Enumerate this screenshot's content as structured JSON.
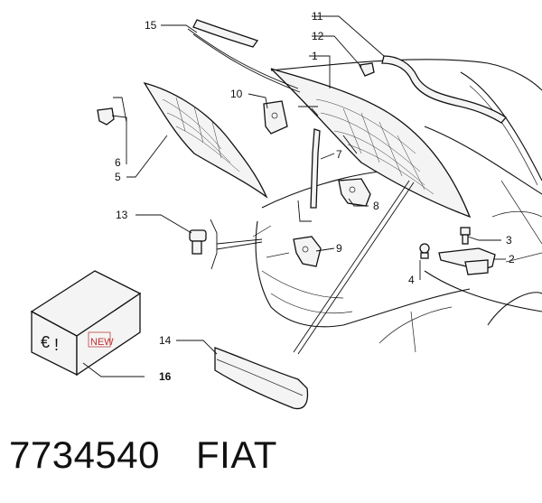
{
  "callouts": [
    "1",
    "2",
    "3",
    "4",
    "5",
    "6",
    "7",
    "8",
    "9",
    "10",
    "11",
    "12",
    "13",
    "14",
    "15",
    "16"
  ],
  "box_marks": {
    "euro": "€",
    "exclaim": "!",
    "new": "NEW"
  },
  "footer": {
    "part_number": "7734540",
    "brand": "FIAT"
  }
}
